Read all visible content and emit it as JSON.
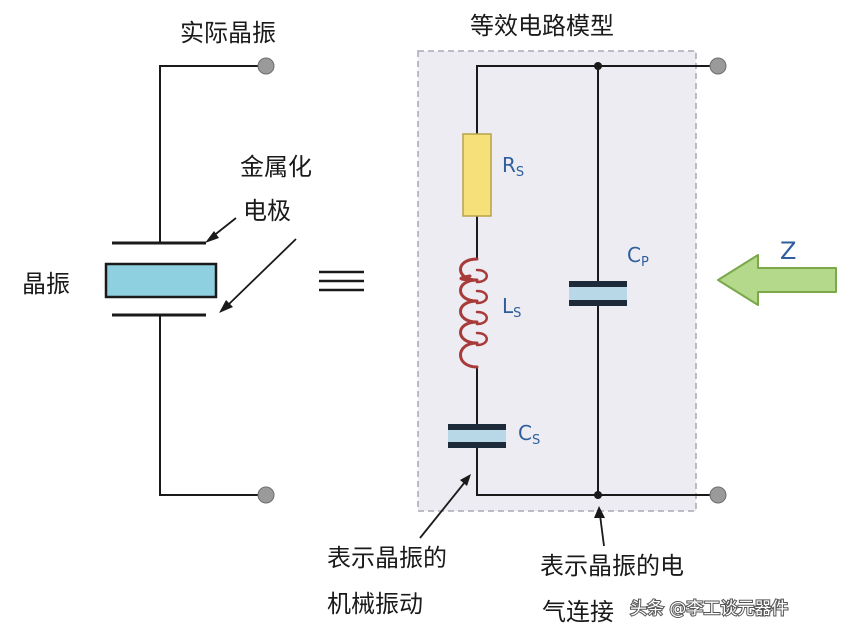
{
  "left_title": "实际晶振",
  "right_title": "等效电路模型",
  "crystal_label": "晶振",
  "electrode_label": {
    "line1": "金属化",
    "line2": "电极"
  },
  "equiv_symbol": "≡",
  "components": {
    "rs": {
      "main": "R",
      "sub": "S"
    },
    "ls": {
      "main": "L",
      "sub": "S"
    },
    "cs": {
      "main": "C",
      "sub": "S"
    },
    "cp": {
      "main": "C",
      "sub": "P"
    }
  },
  "impedance_label": "Z",
  "mechanical_note": {
    "line1": "表示晶振的",
    "line2": "机械振动"
  },
  "electrical_note": {
    "line1": "表示晶振的电",
    "line2": "气连接"
  },
  "watermark": "头条 @李工谈元器件",
  "colors": {
    "wire": "#1a1a1a",
    "terminal": "#9a9a9a",
    "crystal_fill": "#8fd0e0",
    "resistor_fill": "#f5e07a",
    "resistor_stroke": "#b8a24a",
    "inductor": "#a83a3a",
    "capacitor": "#1c2a3a",
    "dashed_box_fill": "#ececf2",
    "dashed_box_stroke": "#a9a9b5",
    "arrow_fill": "#b4d98a",
    "arrow_stroke": "#7aa84a"
  }
}
